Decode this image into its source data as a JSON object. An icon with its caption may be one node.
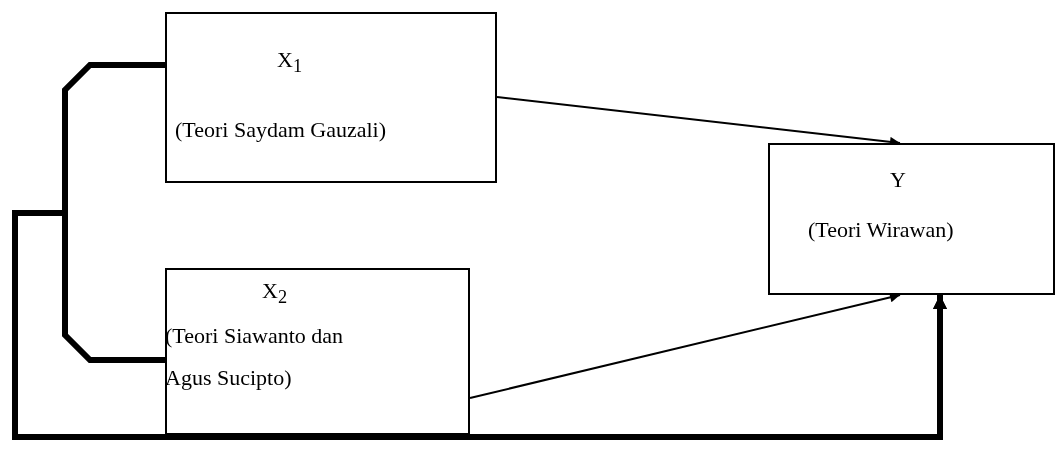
{
  "diagram": {
    "nodes": [
      {
        "text": [
          "X$_{1}$",
          "(Teori Saydam Gauzali)"
        ]
      },
      {
        "text": [
          "X$_{2}$",
          "(Teori Siawanto dan Agus Sucipto)"
        ]
      },
      {
        "text": [
          "Y",
          "(Teori Wirawan)"
        ]
      }
    ],
    "edges": [
      {
        "from": 0,
        "to": 2,
        "arrow": "to"
      },
      {
        "from": 1,
        "to": 2,
        "arrow": "to"
      },
      {
        "from": 0,
        "to": 2,
        "arrow": "to",
        "style": "thick"
      },
      {
        "from": 1,
        "to": 2,
        "arrow": "to",
        "style": "thick"
      }
    ]
  }
}
